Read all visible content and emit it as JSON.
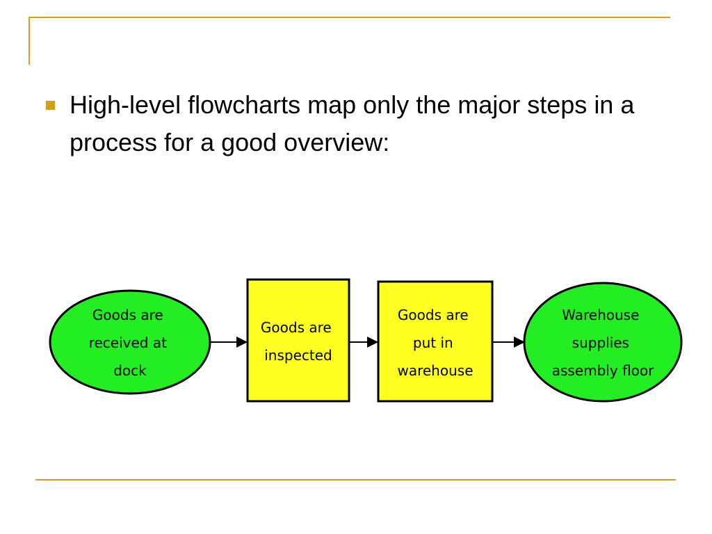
{
  "slide": {
    "bullet": "High-level flowcharts map only the major steps in a process for a good overview:"
  },
  "colors": {
    "accent": "#d4a017",
    "terminal_fill": "#22ee22",
    "process_fill": "#ffff22",
    "stroke": "#000000"
  },
  "flowchart": {
    "nodes": [
      {
        "shape": "ellipse",
        "lines": [
          "Goods are",
          "received at",
          "dock"
        ]
      },
      {
        "shape": "rect",
        "lines": [
          "Goods are",
          "inspected"
        ]
      },
      {
        "shape": "rect",
        "lines": [
          "Goods are",
          "put in",
          "warehouse"
        ]
      },
      {
        "shape": "ellipse",
        "lines": [
          "Warehouse",
          "supplies",
          "assembly floor"
        ]
      }
    ]
  }
}
